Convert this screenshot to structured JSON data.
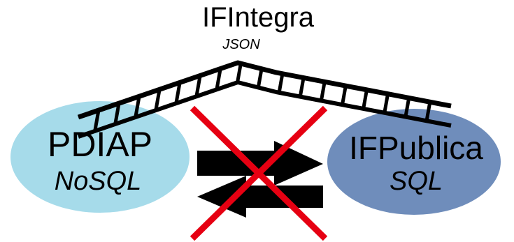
{
  "bridge": {
    "title": "IFIntegra",
    "format": "JSON"
  },
  "left_node": {
    "name": "PDIAP",
    "tech": "NoSQL",
    "color": "#a6dbea"
  },
  "right_node": {
    "name": "IFPublica",
    "tech": "SQL",
    "color": "#6f8dbb"
  },
  "colors": {
    "cross": "#e60012",
    "arrows": "#000000",
    "bridge": "#000000"
  }
}
